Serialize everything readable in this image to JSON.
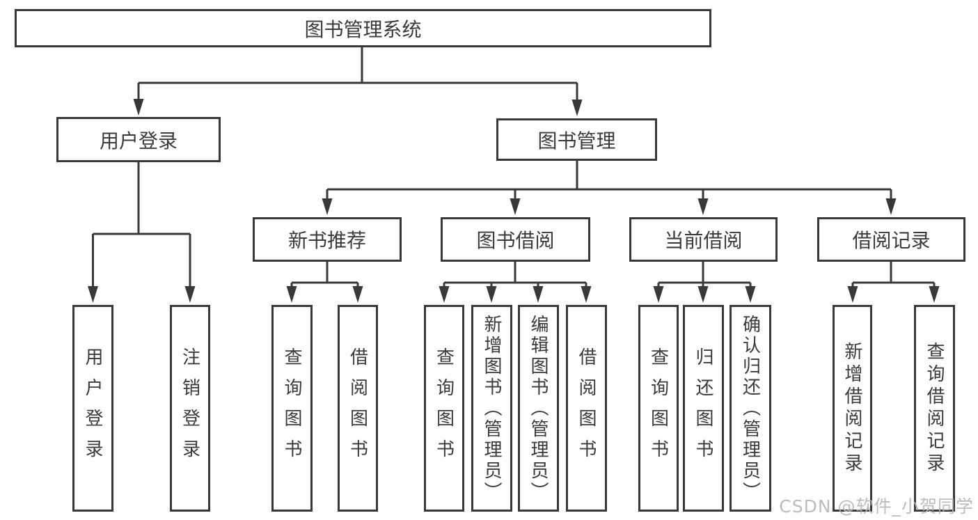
{
  "tree": {
    "label": "图书管理系统",
    "children": [
      {
        "label": "用户登录",
        "children": [
          {
            "label": "用户登录"
          },
          {
            "label": "注销登录"
          }
        ]
      },
      {
        "label": "图书管理",
        "children": [
          {
            "label": "新书推荐",
            "children": [
              {
                "label": "查询图书"
              },
              {
                "label": "借阅图书"
              }
            ]
          },
          {
            "label": "图书借阅",
            "children": [
              {
                "label": "查询图书"
              },
              {
                "label": "新增图书（管理员）"
              },
              {
                "label": "编辑图书（管理员）"
              },
              {
                "label": "借阅图书"
              }
            ]
          },
          {
            "label": "当前借阅",
            "children": [
              {
                "label": "查询图书"
              },
              {
                "label": "归还图书"
              },
              {
                "label": "确认归还（管理员）"
              }
            ]
          },
          {
            "label": "借阅记录",
            "children": [
              {
                "label": "新增借阅记录"
              },
              {
                "label": "查询借阅记录"
              }
            ]
          }
        ]
      }
    ]
  },
  "watermark": "CSDN @软件_小贺同学",
  "colors": {
    "line": "#383838",
    "box_border": "#383838",
    "text": "#3a3a3a",
    "background": "#ffffff",
    "watermark": "#b5b5b5"
  }
}
